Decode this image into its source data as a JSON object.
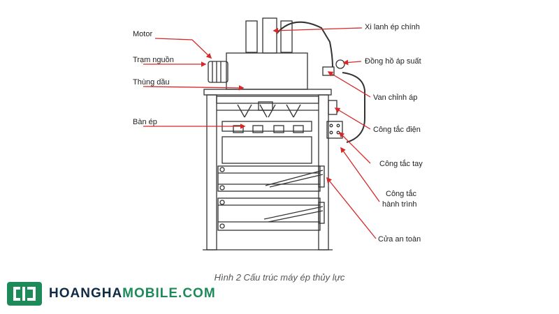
{
  "labels": {
    "motor": "Motor",
    "tram_nguon": "Trạm nguồn",
    "thung_dau": "Thùng dầu",
    "ban_ep": "Bàn ép",
    "xi_lanh": "Xi lanh ép chính",
    "dong_ho": "Đồng hồ áp suất",
    "van": "Van chỉnh áp",
    "cong_tac_dien": "Công tắc điện",
    "cong_tac_tay": "Công tắc tay",
    "cong_tac_hanh_trinh_1": "Công tắc",
    "cong_tac_hanh_trinh_2": "hành trình",
    "cua_an_toan": "Cửa an toàn"
  },
  "caption": "Hình 2 Cấu trúc máy ép thủy lực",
  "logo": {
    "part1": "HOANGHA",
    "part2": "MOBILE.COM"
  },
  "colors": {
    "arrow": "#d62828",
    "drawing": "#333333",
    "brand_green": "#1d8a5a",
    "brand_dark": "#0f2a44"
  }
}
